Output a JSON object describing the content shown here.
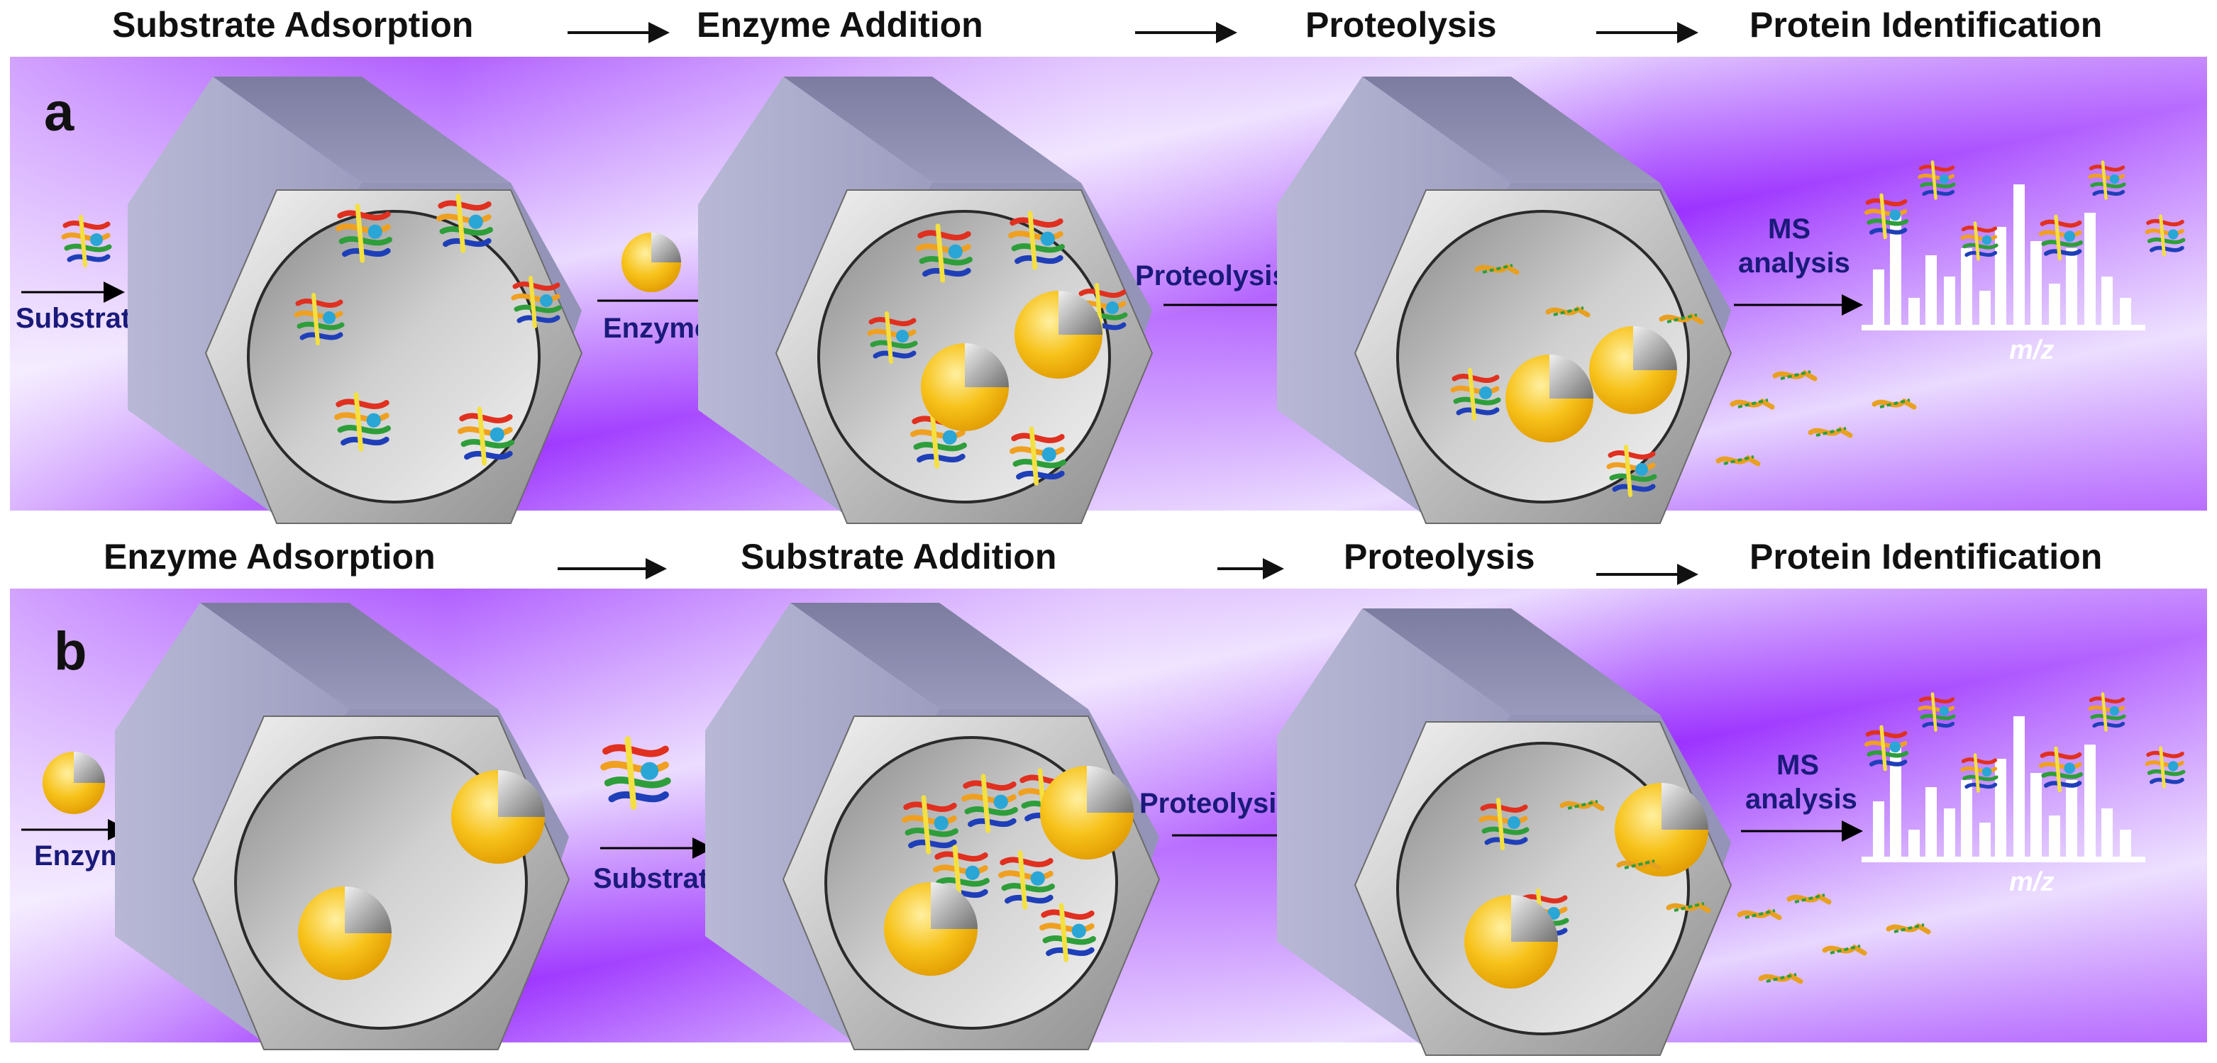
{
  "panels": {
    "a": {
      "letter": "a",
      "steps": [
        "Substrate Adsorption",
        "Enzyme Addition",
        "Proteolysis",
        "Protein Identification"
      ],
      "inlet_label": "Substrate",
      "added_label": "Enzyme",
      "proteolysis_label": "Proteolysis",
      "ms_label_line1": "MS",
      "ms_label_line2": "analysis",
      "mz_label": "m/z"
    },
    "b": {
      "letter": "b",
      "steps": [
        "Enzyme Adsorption",
        "Substrate Addition",
        "Proteolysis",
        "Protein Identification"
      ],
      "inlet_label": "Enzyme",
      "added_label": "Substrate",
      "proteolysis_label": "Proteolysis",
      "ms_label_line1": "MS",
      "ms_label_line2": "analysis",
      "mz_label": "m/z"
    }
  },
  "colors": {
    "background_purple": "#9b30ff",
    "enzyme_yellow": "#f5b800",
    "pore_gray": "#a9a9c8",
    "label_blue": "#1a1a7a"
  },
  "icons": [
    "hexagonal-pore",
    "enzyme-pacman",
    "protein-ribbon",
    "mass-spectrum"
  ]
}
